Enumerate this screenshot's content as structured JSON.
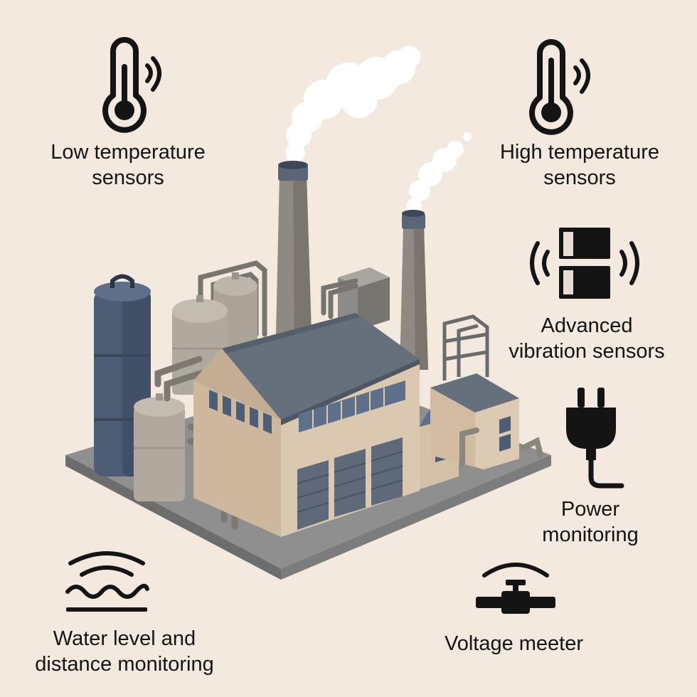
{
  "labels": {
    "low_temp": {
      "line1": "Low temperature",
      "line2": "sensors",
      "icon": "thermometer-icon"
    },
    "high_temp": {
      "line1": "High temperature",
      "line2": "sensors",
      "icon": "thermometer-icon"
    },
    "vibration": {
      "line1": "Advanced",
      "line2": "vibration sensors",
      "icon": "vibration-sensor-icon"
    },
    "power": {
      "line1": "Power",
      "line2": "monitoring",
      "icon": "power-plug-icon"
    },
    "water": {
      "line1": "Water level and",
      "line2": "distance monitoring",
      "icon": "water-level-icon"
    },
    "voltage": {
      "line1": "Voltage meeter",
      "icon": "valve-meter-icon"
    }
  },
  "colors": {
    "background": "#f3e9df",
    "ink": "#141414",
    "facade": "#d8c5ad",
    "roof": "#66707d",
    "tank_blue": "#4c5d75",
    "tank_grey": "#b3ada3",
    "platform": "#8f8f8f",
    "steam": "#ffffff"
  }
}
